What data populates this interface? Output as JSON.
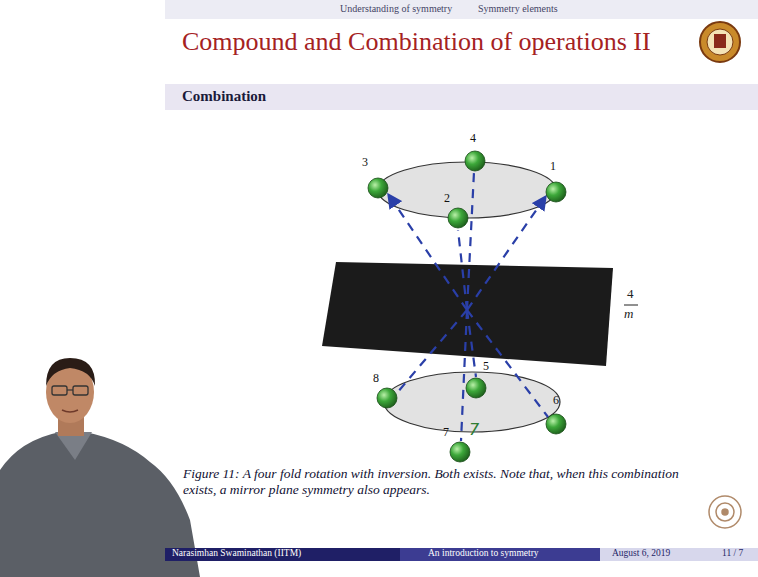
{
  "diagram": {
    "title": "Compound and Combination of operations II",
    "caption": "Figure 11: A four fold rotation with inversion. Both exists. Note that, when this combination exists, a mirror plane symmetry also appears.",
    "labels": [
      "Understanding of symmetry",
      "Symmetry elements",
      "Combination",
      "4",
      "3",
      "1",
      "2",
      "5",
      "8",
      "6",
      "7",
      "7",
      "4",
      "m",
      "Narasimhan Swaminathan (IITM)",
      "An introduction to symmetry",
      "August 6, 2019",
      "11 / 7"
    ]
  }
}
